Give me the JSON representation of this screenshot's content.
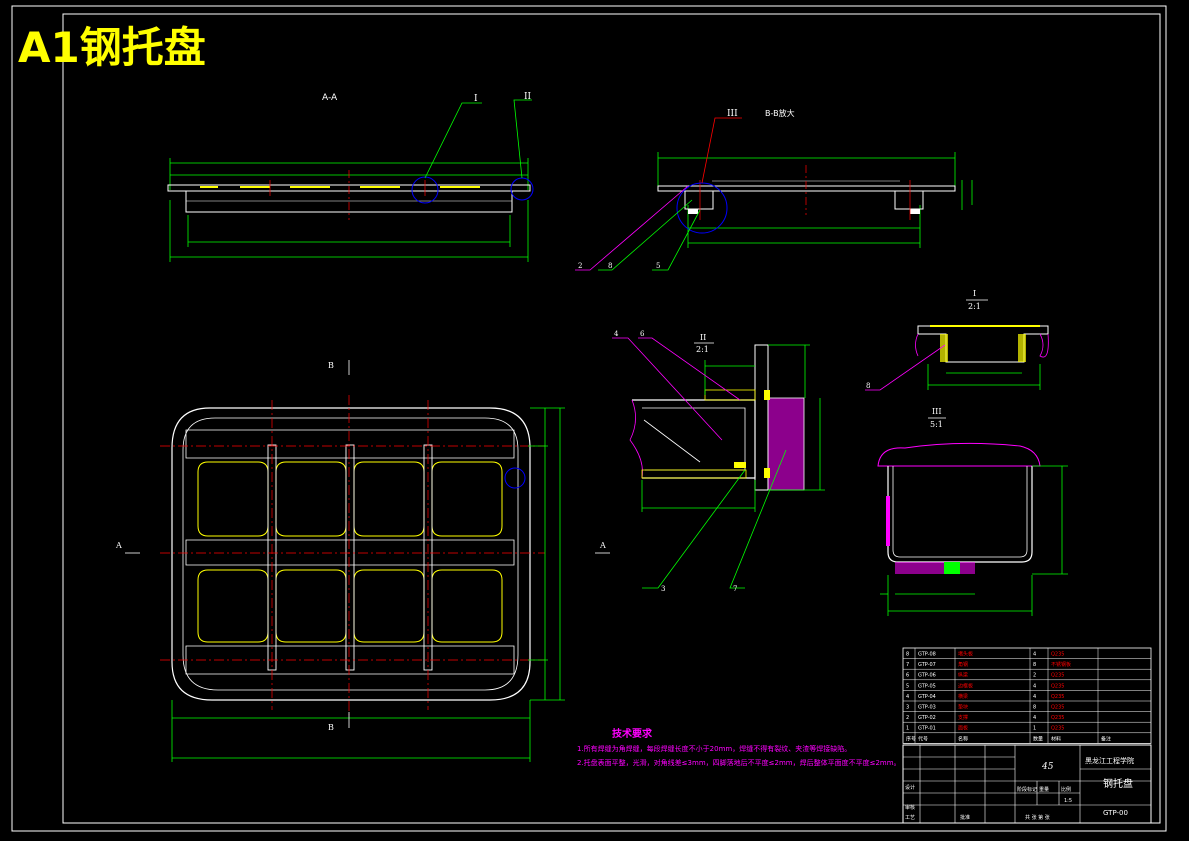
{
  "banner": {
    "title": "A1钢托盘",
    "color": "#ffff00"
  },
  "colors": {
    "background": "#000000",
    "border": "#ffffff",
    "dimension": "#00ff00",
    "part": "#ffffff",
    "leader": "#ff00ff",
    "centerline": "#ff0000",
    "hidden": "#ffff00",
    "circle": "#0000ff",
    "note": "#ff00ff",
    "section_fill": "#ff00ff"
  },
  "views": {
    "section_aa": {
      "title": "A-A",
      "callouts": [
        "I",
        "II"
      ]
    },
    "section_bb": {
      "title": "B-B放大",
      "callouts": [
        "III"
      ],
      "part_tags": [
        "2",
        "8",
        "5"
      ]
    },
    "detail_2": {
      "title": "II",
      "scale": "2:1",
      "part_tags": [
        "4",
        "6",
        "3",
        "7"
      ]
    },
    "detail_1": {
      "title": "I",
      "scale": "2:1",
      "part_tags": [
        "8"
      ]
    },
    "detail_3": {
      "title": "III",
      "scale": "5:1"
    },
    "plan": {
      "markers": [
        "A",
        "A",
        "B",
        "B"
      ]
    }
  },
  "tech_notes": {
    "heading": "技术要求",
    "lines": [
      "1.所有焊缝为角焊缝，每段焊缝长度不小于20mm，焊缝不得有裂纹、夹渣等焊接缺陷。",
      "2.托盘表面平整，光滑，对角线差≤3mm，四脚落地后不平度≤2mm，焊后整体平面度不平度≤2mm。"
    ]
  },
  "parts_list": {
    "rows": [
      {
        "no": "8",
        "code": "GTP-08",
        "name": "堵头板",
        "qty": "4",
        "material": "Q235"
      },
      {
        "no": "7",
        "code": "GTP-07",
        "name": "角钢",
        "qty": "8",
        "material": "不锈钢板"
      },
      {
        "no": "6",
        "code": "GTP-06",
        "name": "纵梁",
        "qty": "2",
        "material": "Q235"
      },
      {
        "no": "5",
        "code": "GTP-05",
        "name": "边框板",
        "qty": "4",
        "material": "Q235"
      },
      {
        "no": "4",
        "code": "GTP-04",
        "name": "横梁",
        "qty": "4",
        "material": "Q235"
      },
      {
        "no": "3",
        "code": "GTP-03",
        "name": "垫块",
        "qty": "8",
        "material": "Q235"
      },
      {
        "no": "2",
        "code": "GTP-02",
        "name": "支撑",
        "qty": "4",
        "material": "Q235"
      },
      {
        "no": "1",
        "code": "GTP-01",
        "name": "面板",
        "qty": "1",
        "material": "Q235"
      }
    ],
    "header": {
      "no": "序号",
      "code": "代号",
      "name": "名称",
      "qty": "数量",
      "material": "材料",
      "note": "备注"
    }
  },
  "title_block": {
    "material": "45",
    "school": "黑龙江工程学院",
    "drawing_name": "钢托盘",
    "drawing_no": "GTP-00",
    "labels": {
      "design": "设计",
      "check": "审核",
      "process": "工艺",
      "approve": "批准",
      "scale": "比例",
      "sheet": "共 张 第 张",
      "stage": "阶段标记",
      "weight": "重量",
      "scale_value": "1:5"
    }
  }
}
